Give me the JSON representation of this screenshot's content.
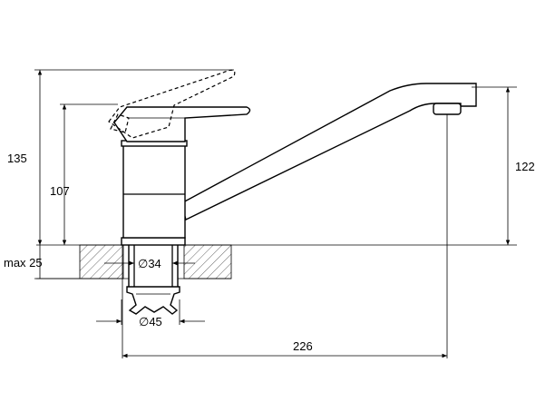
{
  "drawing": {
    "dimensions": {
      "overall_height": "135",
      "body_height": "107",
      "spout_height": "122",
      "max_counter_thickness": "max 25",
      "mount_diameter": "∅34",
      "nut_diameter": "∅45",
      "spout_reach": "226"
    }
  }
}
